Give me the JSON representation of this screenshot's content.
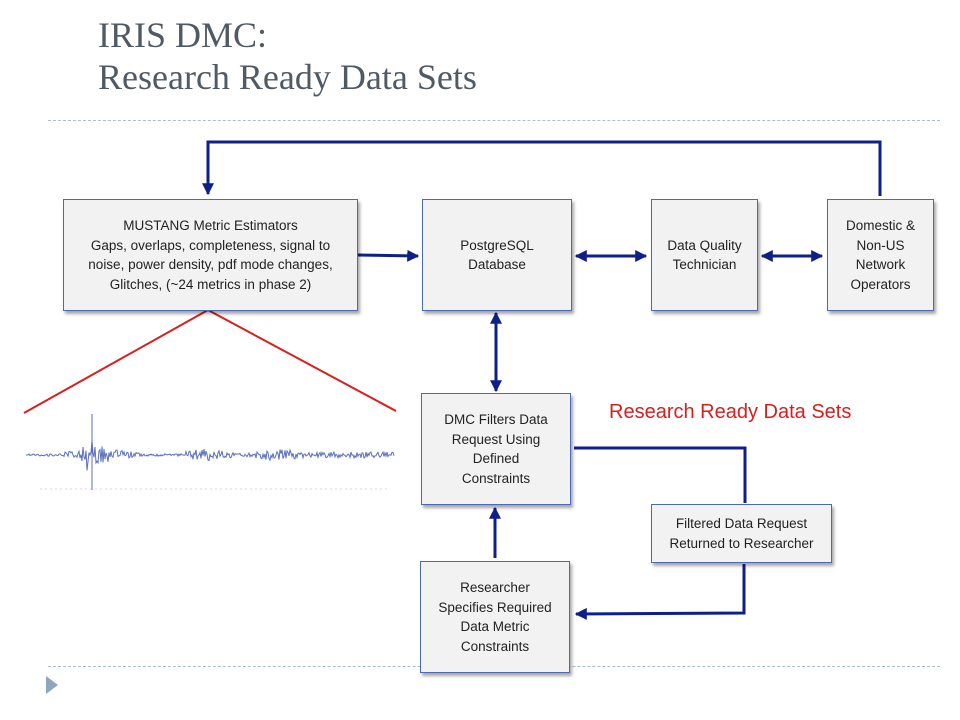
{
  "title": {
    "line1": "IRIS DMC:",
    "line2": "Research Ready Data Sets"
  },
  "boxes": {
    "mustang": {
      "lines": [
        "MUSTANG Metric Estimators",
        "Gaps, overlaps, completeness, signal to",
        "noise, power density, pdf mode changes,",
        "Glitches, (~24 metrics in phase 2)"
      ]
    },
    "postgres": {
      "lines": [
        "PostgreSQL",
        "Database"
      ]
    },
    "technician": {
      "lines": [
        "Data Quality",
        "Technician"
      ]
    },
    "operators": {
      "lines": [
        "Domestic &",
        "Non-US",
        "Network",
        "Operators"
      ]
    },
    "filters": {
      "lines": [
        "DMC Filters Data",
        "Request  Using",
        "Defined",
        "Constraints"
      ]
    },
    "returned": {
      "lines": [
        "Filtered Data Request",
        "Returned to Researcher"
      ]
    },
    "researcher": {
      "lines": [
        "Researcher",
        "Specifies  Required",
        "Data Metric",
        "Constraints"
      ]
    }
  },
  "annotation": {
    "label": "Research Ready Data Sets"
  },
  "colors": {
    "arrow": "#0f1f8a",
    "box_border": "#4a6ab8",
    "box_fill": "#f2f2f2",
    "highlight": "#d81e1e",
    "title": "#505a64",
    "waveform": "#5b6fc0"
  }
}
